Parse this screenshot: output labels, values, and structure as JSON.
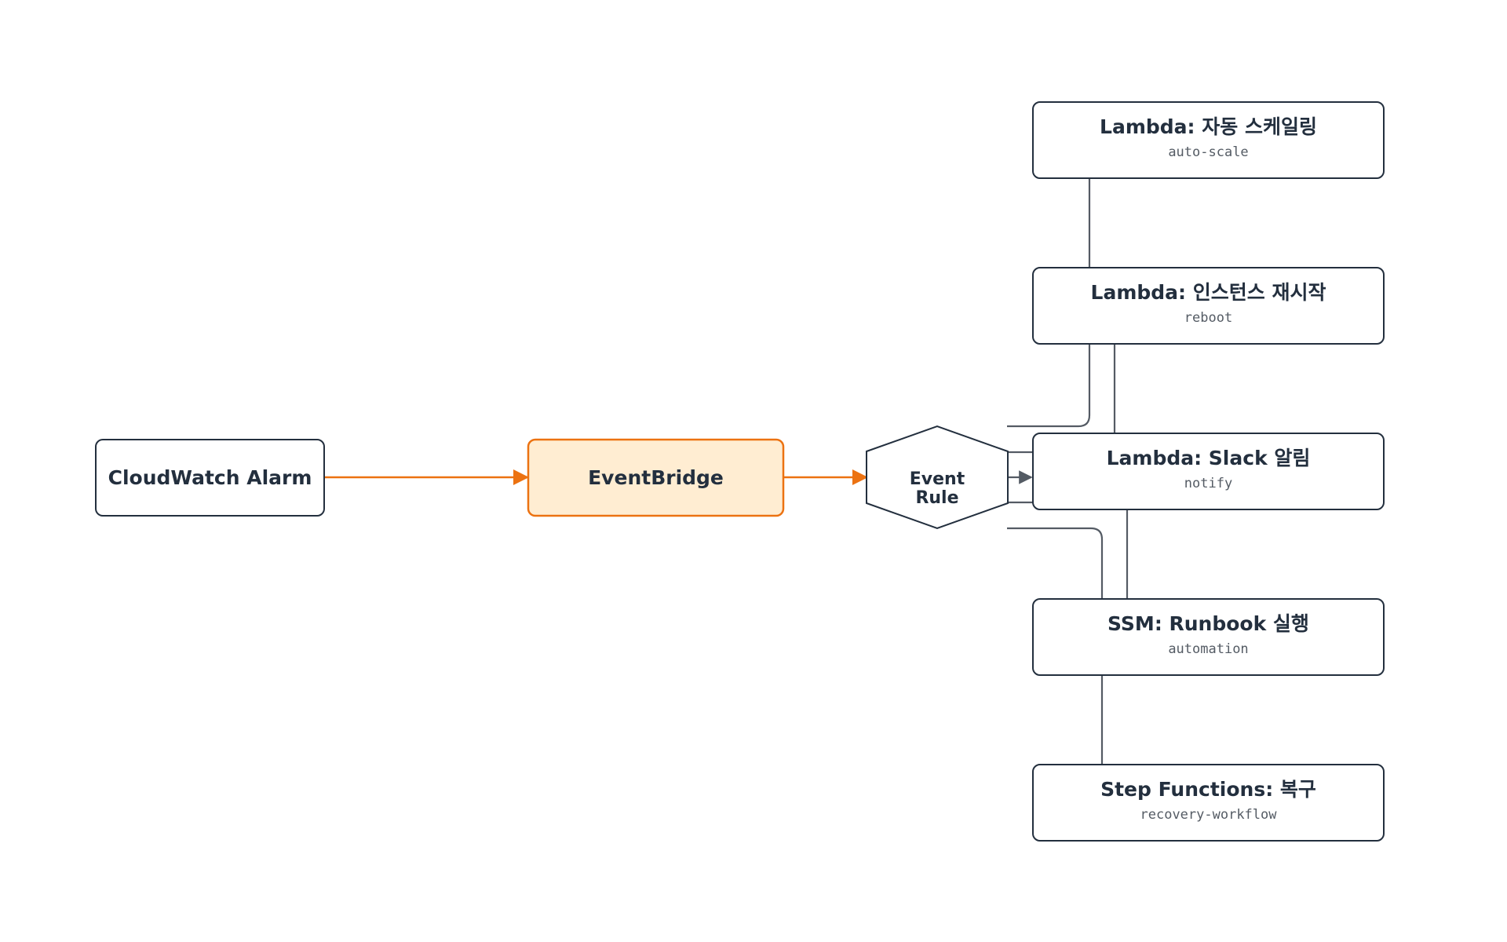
{
  "nodes": {
    "cloudwatch": {
      "title": "CloudWatch Alarm"
    },
    "eventbridge": {
      "title": "EventBridge"
    },
    "event_rule": {
      "line1": "Event",
      "line2": "Rule"
    },
    "targets": [
      {
        "title": "Lambda: 자동 스케일링",
        "subtitle": "auto-scale"
      },
      {
        "title": "Lambda: 인스턴스 재시작",
        "subtitle": "reboot"
      },
      {
        "title": "Lambda: Slack 알림",
        "subtitle": "notify"
      },
      {
        "title": "SSM: Runbook 실행",
        "subtitle": "automation"
      },
      {
        "title": "Step Functions: 복구",
        "subtitle": "recovery-workflow"
      }
    ]
  },
  "colors": {
    "accent": "#ec7211",
    "accent_fill": "#ffedd2",
    "node_stroke": "#232f3e",
    "edge_gray": "#545b64"
  }
}
